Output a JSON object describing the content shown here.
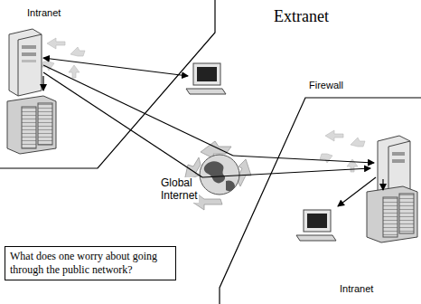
{
  "diagram": {
    "nodes": [
      {
        "text": [
          "What does one worry about going through the public network?"
        ]
      }
    ],
    "labels": [
      "Intranet",
      "Extranet",
      "Firewall",
      "Global Internet",
      "Intranet"
    ]
  }
}
